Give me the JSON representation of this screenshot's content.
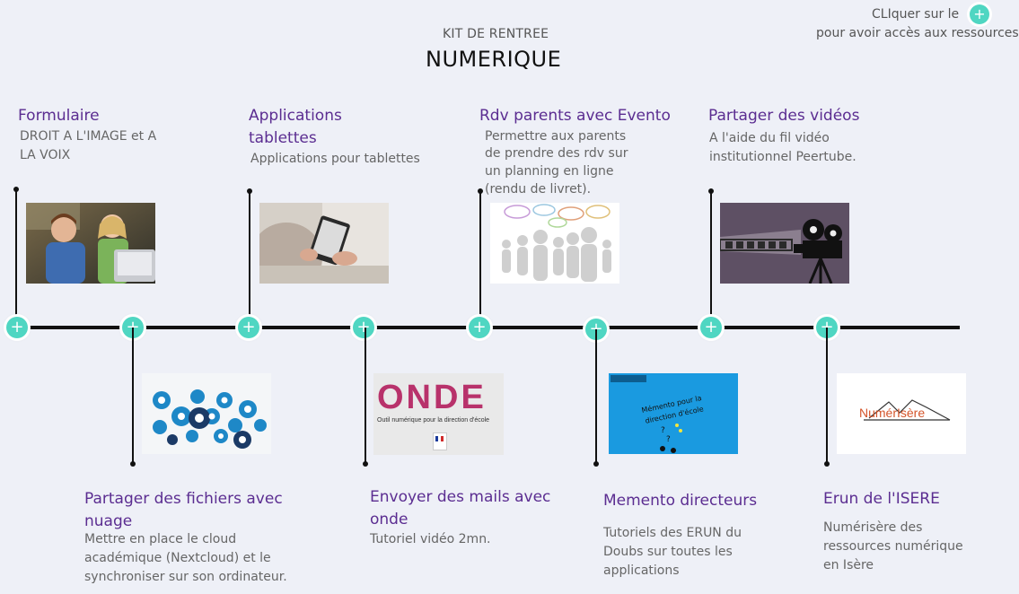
{
  "header": {
    "subtitle": "KIT DE RENTREE",
    "title": "NUMERIQUE"
  },
  "hint": {
    "line1": "CLIquer sur le",
    "line2": "pour avoir accès aux ressources",
    "icon": "plus-icon"
  },
  "colors": {
    "accent": "#4fd6c2",
    "title": "#5b2d91",
    "line": "#111111",
    "background": "#eef0f7"
  },
  "items_top": [
    {
      "title_l1": "Formulaire",
      "title_l2": "",
      "desc": [
        "DROIT A L'IMAGE et A",
        "LA VOIX"
      ],
      "image": "children-laptop-photo"
    },
    {
      "title_l1": "Applications",
      "title_l2": "tablettes",
      "desc": [
        "Applications pour tablettes"
      ],
      "image": "tablet-reading-photo"
    },
    {
      "title_l1": "Rdv parents avec Evento",
      "title_l2": "",
      "desc": [
        "Permettre aux parents",
        "de prendre des rdv sur",
        "un planning en ligne",
        "(rendu de livret)."
      ],
      "image": "people-speech-bubbles-illustration"
    },
    {
      "title_l1": "Partager des vidéos",
      "title_l2": "",
      "desc": [
        "A l'aide du fil vidéo",
        "institutionnel Peertube."
      ],
      "image": "film-projector-illustration"
    }
  ],
  "items_bottom": [
    {
      "title_l1": "Partager des fichiers avec",
      "title_l2": "nuage",
      "desc": [
        "Mettre en place le cloud",
        "académique (Nextcloud) et le",
        "synchroniser sur son ordinateur."
      ],
      "image": "gears-cloud-illustration"
    },
    {
      "title_l1": "Envoyer des mails avec",
      "title_l2": "onde",
      "desc": [
        "Tutoriel vidéo 2mn."
      ],
      "image": "onde-logo",
      "logo_text": "ONDE",
      "logo_sub": "Outil numérique pour la direction d'école"
    },
    {
      "title_l1": "Memento directeurs",
      "title_l2": "",
      "desc": [
        "Tutoriels des ERUN du",
        "Doubs sur toutes les",
        "applications"
      ],
      "image": "memento-slide",
      "slide_text_l1": "Mémento pour la",
      "slide_text_l2": "direction d'école"
    },
    {
      "title_l1": "Erun de l'ISERE",
      "title_l2": "",
      "desc": [
        "Numérisère des",
        "ressources numérique",
        "en Isère"
      ],
      "image": "numerisere-logo",
      "logo_text": "NumérIsère"
    }
  ]
}
